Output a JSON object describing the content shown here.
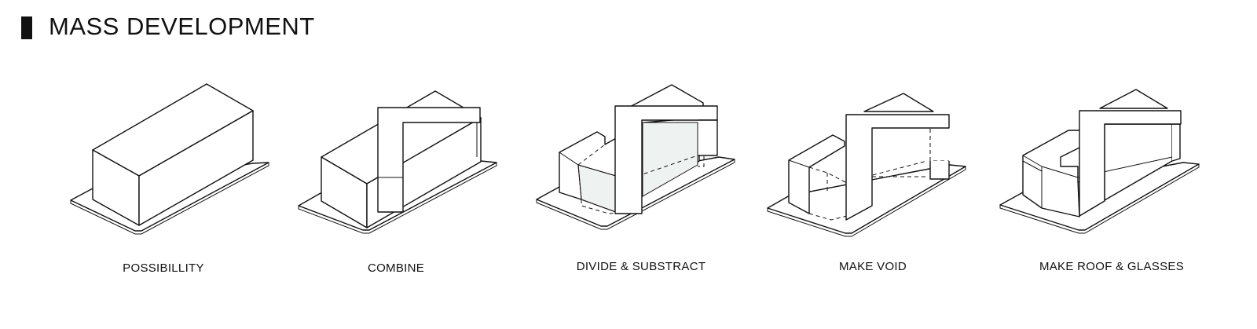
{
  "header": {
    "title": "MASS DEVELOPMENT"
  },
  "steps": [
    {
      "label": "POSSIBILLITY"
    },
    {
      "label": "COMBINE"
    },
    {
      "label": "DIVIDE & SUBSTRACT"
    },
    {
      "label": "MAKE VOID"
    },
    {
      "label": "MAKE ROOF & GLASSES"
    }
  ]
}
